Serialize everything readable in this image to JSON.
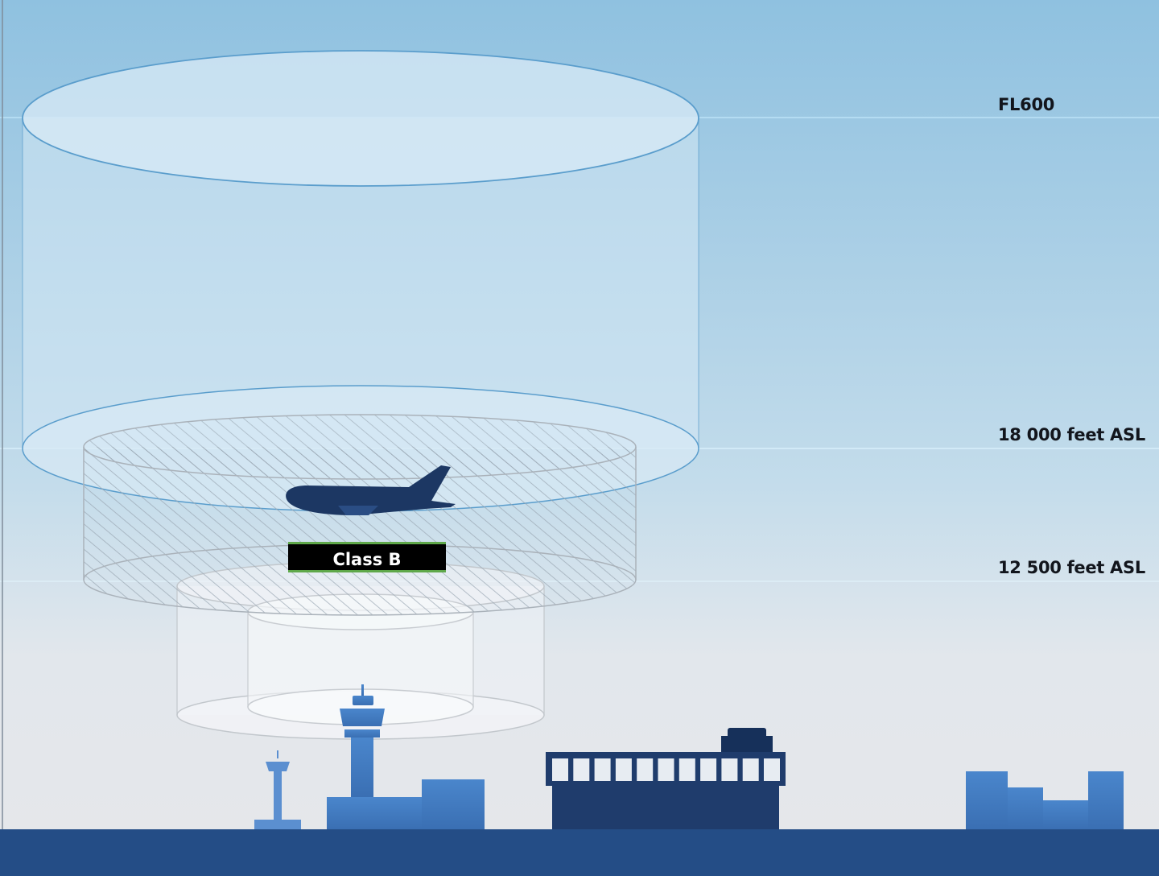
{
  "altitude_labels": {
    "fl600": "FL600",
    "ft_18000": "18 000 feet ASL",
    "ft_12500": "12 500 feet ASL"
  },
  "airspace_label": "Class B",
  "colors": {
    "sky_top": "#8fc1e0",
    "sky_bottom": "#e6e7ea",
    "ground": "#244d86",
    "building_light": "#4a86cc",
    "building_dark": "#1f3c6c",
    "aircraft": "#1c3763",
    "label_bg": "#000000",
    "label_accent": "#5fa84a",
    "cylinder_edge": "#5a9dcc"
  },
  "icons": {
    "aircraft": "airliner-icon",
    "tower": "control-tower-icon",
    "terminal": "terminal-building-icon"
  }
}
